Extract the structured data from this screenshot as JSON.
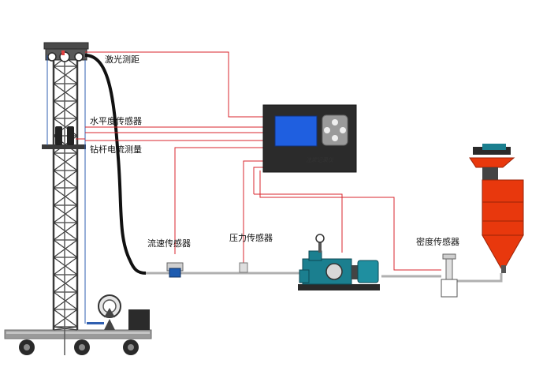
{
  "labels": {
    "laser_distance": "激光测距",
    "level_sensor": "水平度传感器",
    "drill_current": "钻杆电流测量",
    "flow_sensor": "流速传感器",
    "pressure_sensor": "压力传感器",
    "density_sensor": "密度传感器",
    "controller_caption": "注浆记录仪"
  },
  "colors": {
    "signal_wire": "#d9262c",
    "pipe": "#b0b0b0",
    "controller_body": "#2b2b2b",
    "screen": "#1f5fe0",
    "tank": "#e8380d",
    "motor": "#1b7f8f",
    "tower": "#3a3a3a",
    "platform": "#9a9a9a"
  },
  "icons": {
    "controller_keypad": "four-way-keypad-icon",
    "pump": "grout-pump-icon",
    "mixer": "mixing-tank-icon",
    "winch": "cable-winch-icon"
  }
}
